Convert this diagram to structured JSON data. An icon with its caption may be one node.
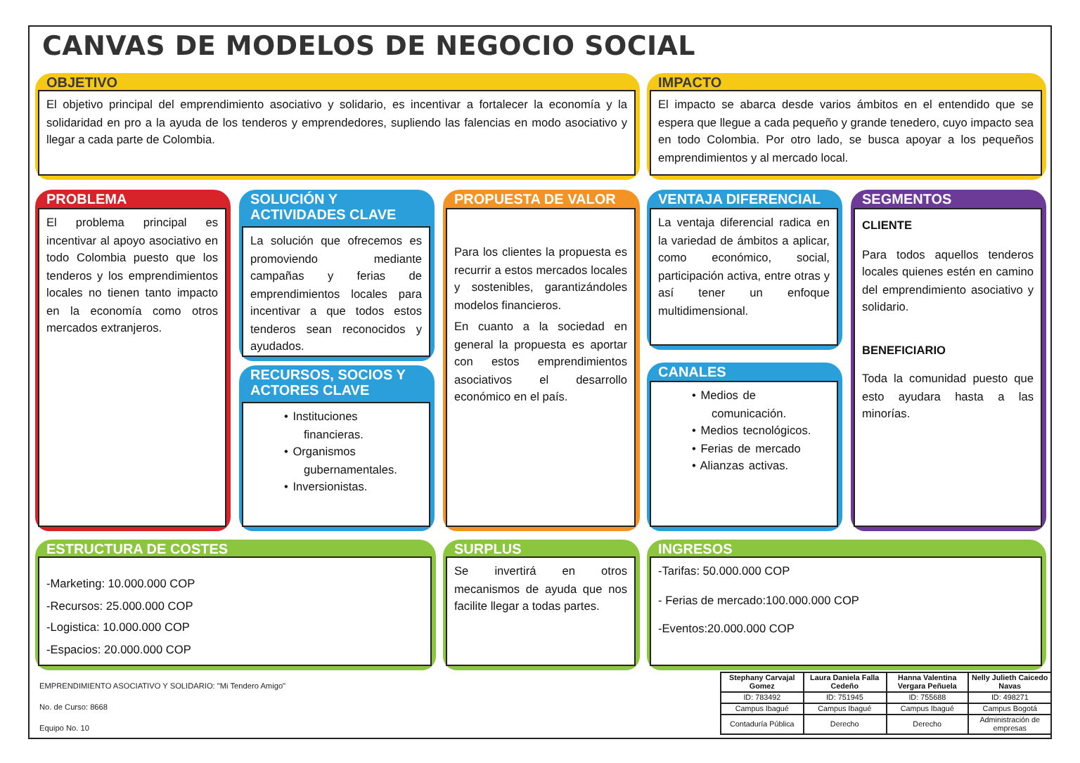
{
  "diagram": {
    "title": "CANVAS DE MODELOS DE NEGOCIO SOCIAL",
    "nodes": [
      {
        "text": [
          "OBJETIVO",
          "El objetivo principal del emprendimiento asociativo y solidario, es incentivar a fortalecer la economía y la solidaridad en pro a la ayuda de los tenderos y emprendedores, supliendo las falencias en modo asociativo y llegar a cada parte de Colombia."
        ]
      },
      {
        "text": [
          "IMPACTO",
          "El impacto se abarca desde varios ámbitos en el entendido que se espera que llegue a cada pequeño y grande tenedero, cuyo impacto sea en todo Colombia. Por otro lado, se busca apoyar a los pequeños emprendimientos y al mercado local."
        ]
      },
      {
        "text": [
          "PROBLEMA",
          "El problema principal es incentivar al apoyo asociativo en todo Colombia puesto que los tenderos y los emprendimientos locales no tienen tanto impacto en la economía como otros mercados extranjeros."
        ]
      },
      {
        "text": [
          "SOLUCIÓN Y ACTIVIDADES CLAVE",
          "La solución que ofrecemos es promoviendo mediante campañas y ferias de emprendimientos locales para incentivar a que todos estos tenderos sean reconocidos y ayudados."
        ]
      },
      {
        "text": [
          "RECURSOS, SOCIOS Y ACTORES CLAVE",
          "• Instituciones financieras.",
          "• Organismos gubernamentales.",
          "• Inversionistas."
        ]
      },
      {
        "text": [
          "PROPUESTA DE VALOR",
          "Para los clientes la propuesta es recurrir a estos mercados locales y sostenibles, garantizándoles modelos financieros.",
          "En cuanto a la sociedad en general la propuesta es aportar con estos emprendimientos asociativos el desarrollo económico en el país."
        ]
      },
      {
        "text": [
          "VENTAJA DIFERENCIAL",
          "La ventaja diferencial radica en la variedad de ámbitos a aplicar, como económico, social, participación activa, entre otras y así tener un enfoque multidimensional."
        ]
      },
      {
        "text": [
          "CANALES",
          "• Medios de comunicación.",
          "• Medios tecnológicos.",
          "• Ferias de mercado",
          "• Alianzas activas."
        ]
      },
      {
        "text": [
          "SEGMENTOS",
          "CLIENTE",
          "Para todos aquellos tenderos locales quienes estén en camino del emprendimiento asociativo y solidario.",
          "BENEFICIARIO",
          "Toda la comunidad puesto que esto ayudara hasta a las minorías."
        ]
      },
      {
        "text": [
          "ESTRUCTURA DE COSTES",
          "-Marketing: 10.000.000 COP",
          "-Recursos: 25.000.000 COP",
          "-Logistica: 10.000.000 COP",
          "-Espacios: 20.000.000 COP"
        ]
      },
      {
        "text": [
          "SURPLUS",
          "Se invertirá en otros mecanismos de ayuda que nos facilite llegar a todas partes."
        ]
      },
      {
        "text": [
          "INGRESOS",
          "-Tarifas: 50.000.000 COP",
          "- Ferias de mercado:100.000.000 COP",
          "-Eventos:20.000.000 COP"
        ]
      }
    ],
    "labels": [
      "EMPRENDIMIENTO ASOCIATIVO Y SOLIDARIO: \"Mi Tendero Amigo\"",
      "No. de Curso: 8668",
      "Equipo No. 10",
      "Stephany Carvajal Gomez",
      "Laura Daniela Falla Cedeño",
      "Hanna Valentina Vergara Peñuela",
      "Nelly Julieth Caicedo Navas",
      "ID: 783492",
      "ID: 751945",
      "ID: 755688",
      "ID: 498271",
      "Campus Ibagué",
      "Campus Ibagué",
      "Campus Ibagué",
      "Campus Bogotá",
      "Contaduría Pública",
      "Derecho",
      "Derecho",
      "Administración de empresas"
    ]
  }
}
